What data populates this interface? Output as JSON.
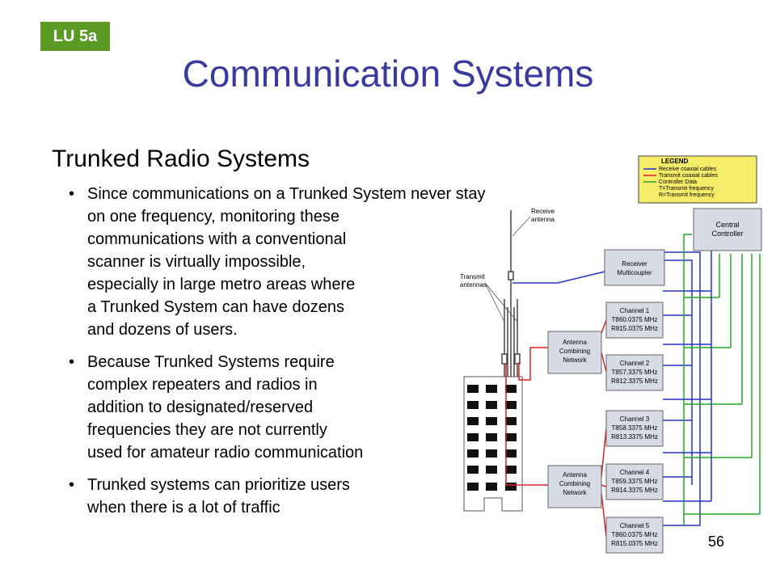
{
  "badge": "LU 5a",
  "title": "Communication Systems",
  "subtitle": "Trunked Radio Systems",
  "bullets": [
    {
      "lines": [
        "Since communications on a Trunked System never stay",
        "on one frequency, monitoring these",
        "communications with a conventional",
        "scanner is virtually impossible,",
        "especially in large metro areas where",
        "a Trunked System can have dozens",
        "and dozens of users."
      ]
    },
    {
      "lines": [
        "Because Trunked Systems require",
        "complex repeaters and radios in",
        "addition to designated/reserved",
        "frequencies they are not currently",
        "used for amateur radio communication"
      ]
    },
    {
      "lines": [
        "Trunked systems can prioritize users",
        "when there is a lot of  traffic"
      ]
    }
  ],
  "page_number": "56",
  "diagram": {
    "legend": {
      "title": "LEGEND",
      "entries": [
        "Receive coaxial cables",
        "Transmit coaxial cables",
        "Controller Data",
        "T=Transmit frequency",
        "R=Transmit frequency"
      ]
    },
    "receive_antenna_label": [
      "Receive",
      "antenna"
    ],
    "transmit_antennas_label": [
      "Transmit",
      "antennas"
    ],
    "central_controller": [
      "Central",
      "Controller"
    ],
    "receiver_multicoupler": [
      "Receiver",
      "Multicoupler"
    ],
    "combining_network_1": [
      "Antenna",
      "Combining",
      "Network"
    ],
    "combining_network_2": [
      "Antenna",
      "Combining",
      "Network"
    ],
    "channels": [
      {
        "name": "Channel 1",
        "t": "T860.0375 MHz",
        "r": "R815.0375 MHz"
      },
      {
        "name": "Channel 2",
        "t": "T857.3375 MHz",
        "r": "R812.3375 MHz"
      },
      {
        "name": "Channel 3",
        "t": "T858.3375 MHz",
        "r": "R813.3375 MHz"
      },
      {
        "name": "Channel 4",
        "t": "T859.3375 MHz",
        "r": "R814.3375 MHz"
      },
      {
        "name": "Channel 5",
        "t": "T860.0375 MHz",
        "r": "R815.0375 MHz"
      }
    ],
    "colors": {
      "receive": "#2233cc",
      "transmit": "#dd2222",
      "controller": "#22aa22",
      "legend_bg": "#f5ec6a",
      "box_fill": "#d6dbe6"
    }
  }
}
